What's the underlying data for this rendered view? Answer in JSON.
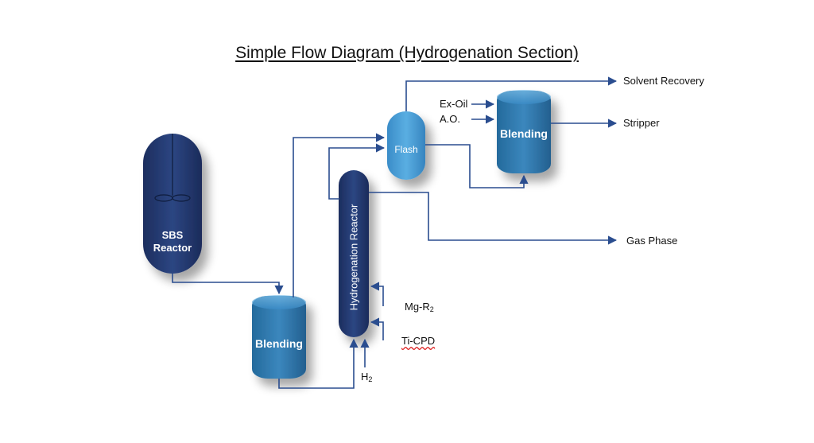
{
  "title": "Simple Flow Diagram (Hydrogenation Section)",
  "vessels": {
    "sbs_reactor": {
      "line1": "SBS",
      "line2": "Reactor"
    },
    "blending_lower": "Blending",
    "hydrogenation_reactor": "Hydrogenation Reactor",
    "flash": "Flash",
    "blending_upper": "Blending"
  },
  "streams": {
    "solvent_recovery": "Solvent Recovery",
    "stripper": "Stripper",
    "gas_phase": "Gas Phase",
    "ex_oil": "Ex-Oil",
    "ao": "A.O.",
    "mg_r2_base": "Mg-R",
    "mg_r2_sub": "2",
    "ti_cpd": "Ti-CPD",
    "h2_base": "H",
    "h2_sub": "2"
  },
  "colors": {
    "line": "#2a4d8f",
    "dark_navy": "#1e3165",
    "mid_blue": "#2f7fb6",
    "light_blue": "#4fa3d6"
  }
}
